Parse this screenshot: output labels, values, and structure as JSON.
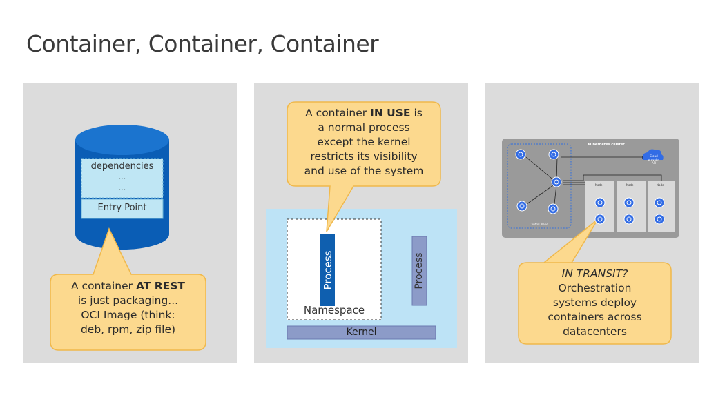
{
  "slide": {
    "title": "Container, Container, Container"
  },
  "panel_rest": {
    "cylinder": {
      "line1": "dependencies",
      "line2": "...",
      "line3": "...",
      "entry": "Entry Point"
    },
    "bubble": {
      "line1_pre": "A container ",
      "line1_bold": "AT REST",
      "line2": "is just packaging...",
      "line3": "OCI Image (think:",
      "line4": "deb, rpm, zip file)"
    }
  },
  "panel_use": {
    "bubble": {
      "line1_pre": "A container ",
      "line1_bold": "IN USE",
      "line1_post": " is",
      "line2": "a normal process",
      "line3": "except the kernel",
      "line4": "restricts its visibility",
      "line5": "and use of the system"
    },
    "process_inner": "Process",
    "process_outer": "Process",
    "namespace": "Namespace",
    "kernel": "Kernel"
  },
  "panel_transit": {
    "cluster": {
      "title": "Kubernetes cluster",
      "cloud": "Cloud provider API",
      "control_plane": "Control Plane",
      "nodes": [
        "Node",
        "Node",
        "Node"
      ]
    },
    "bubble": {
      "line1": "IN TRANSIT?",
      "line2": "Orchestration",
      "line3": "systems deploy",
      "line4": "containers across",
      "line5": "datacenters"
    }
  },
  "colors": {
    "panel": "#dcdcdc",
    "bubble_fill": "#fcd98e",
    "bubble_stroke": "#f0b84a",
    "cylinder_blue": "#0a5db5",
    "cylinder_inner": "#bfe6f4",
    "namespace_bg": "#bde3f6",
    "process_blue": "#0f5faf",
    "process_gray": "#8c9bc8",
    "k8s_blue": "#326ce5"
  }
}
